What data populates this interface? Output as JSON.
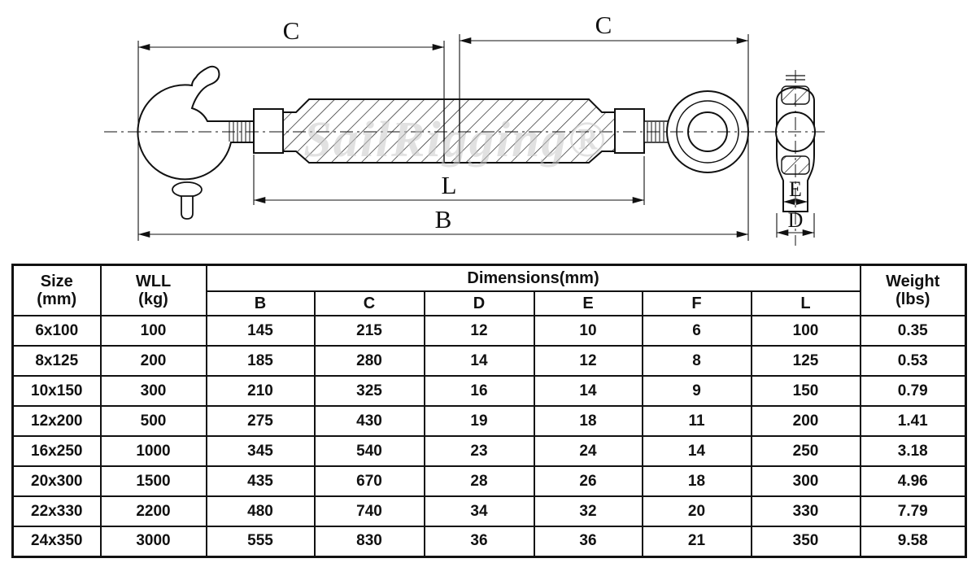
{
  "drawing": {
    "watermark": "SailRigging®",
    "labels": {
      "c_left": "C",
      "c_right": "C",
      "l": "L",
      "b": "B",
      "e": "E",
      "d": "D"
    }
  },
  "table": {
    "headers": {
      "col1_line1": "Size",
      "col1_line2": "(mm)",
      "col2_line1": "WLL",
      "col2_line2": "(kg)",
      "dims_group": "Dimensions(mm)",
      "dim_columns": [
        "B",
        "C",
        "D",
        "E",
        "F",
        "L"
      ],
      "weight_line1": "Weight",
      "weight_line2": "(lbs)"
    },
    "rows": [
      {
        "size": "6x100",
        "wll": "100",
        "b": "145",
        "c": "215",
        "d": "12",
        "e": "10",
        "f": "6",
        "l": "100",
        "weight": "0.35"
      },
      {
        "size": "8x125",
        "wll": "200",
        "b": "185",
        "c": "280",
        "d": "14",
        "e": "12",
        "f": "8",
        "l": "125",
        "weight": "0.53"
      },
      {
        "size": "10x150",
        "wll": "300",
        "b": "210",
        "c": "325",
        "d": "16",
        "e": "14",
        "f": "9",
        "l": "150",
        "weight": "0.79"
      },
      {
        "size": "12x200",
        "wll": "500",
        "b": "275",
        "c": "430",
        "d": "19",
        "e": "18",
        "f": "11",
        "l": "200",
        "weight": "1.41"
      },
      {
        "size": "16x250",
        "wll": "1000",
        "b": "345",
        "c": "540",
        "d": "23",
        "e": "24",
        "f": "14",
        "l": "250",
        "weight": "3.18"
      },
      {
        "size": "20x300",
        "wll": "1500",
        "b": "435",
        "c": "670",
        "d": "28",
        "e": "26",
        "f": "18",
        "l": "300",
        "weight": "4.96"
      },
      {
        "size": "22x330",
        "wll": "2200",
        "b": "480",
        "c": "740",
        "d": "34",
        "e": "32",
        "f": "20",
        "l": "330",
        "weight": "7.79"
      },
      {
        "size": "24x350",
        "wll": "3000",
        "b": "555",
        "c": "830",
        "d": "36",
        "e": "36",
        "f": "21",
        "l": "350",
        "weight": "9.58"
      }
    ]
  }
}
